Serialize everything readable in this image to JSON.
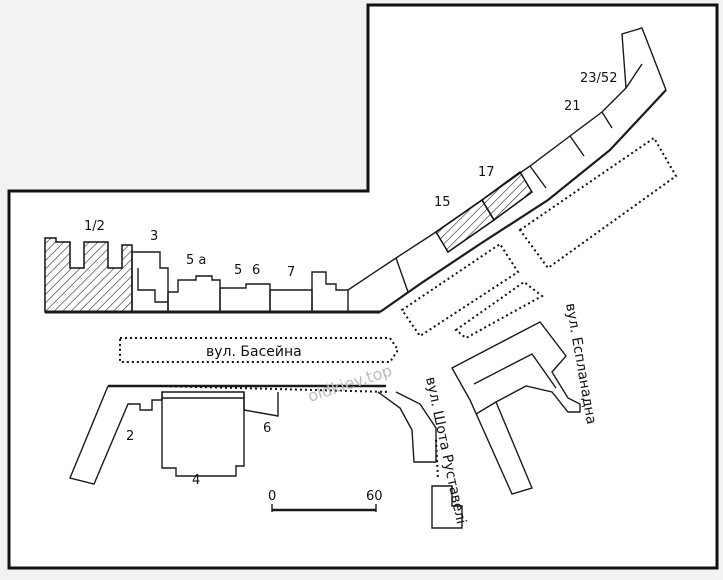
{
  "building_labels": {
    "b_1_2": "1/2",
    "b_3": "3",
    "b_5a": "5 а",
    "b_5": "5",
    "b_6": "6",
    "b_7": "7",
    "b_15": "15",
    "b_17": "17",
    "b_21": "21",
    "b_23_52": "23/52",
    "b_2": "2",
    "b_4": "4",
    "b_6_south": "6"
  },
  "streets": {
    "baseina": "вул. Басейна",
    "rustaveli": "вул. Шота Руставелі",
    "esplanadna": "вул. Еспланадна"
  },
  "scale_bar": {
    "start": "0",
    "end": "60"
  },
  "watermark": "oldkiev.top",
  "colors": {
    "ink": "#111111",
    "paper": "#ffffff",
    "background": "#f2f2f0"
  }
}
